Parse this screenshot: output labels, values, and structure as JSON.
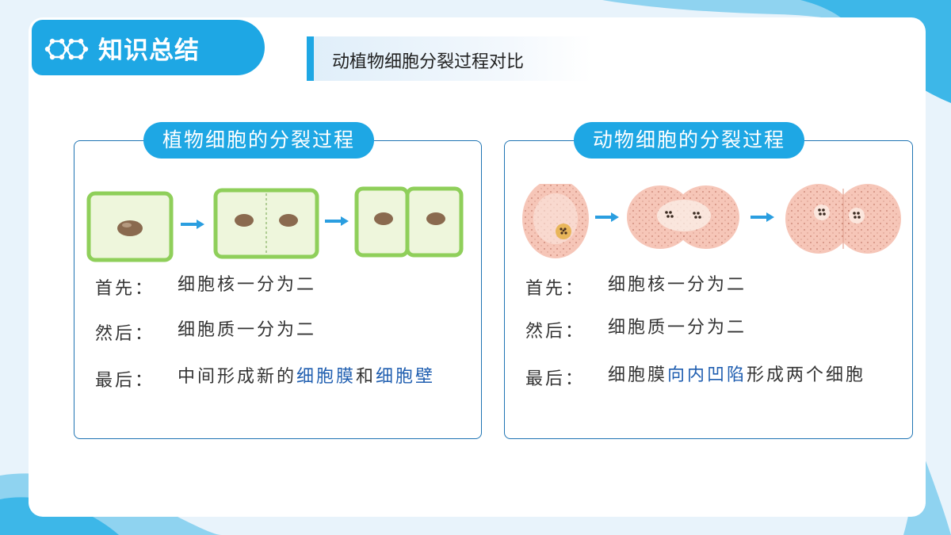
{
  "header": {
    "badge_label": "知识总结",
    "subtitle": "动植物细胞分裂过程对比"
  },
  "icons": {
    "badge_icon": "molecule-hexagon-icon",
    "arrow": "right-arrow-icon"
  },
  "colors": {
    "accent": "#1ea7e4",
    "highlight": "#1f5eb0",
    "border": "#1f74b3",
    "plant_cell_wall": "#8fcf5a",
    "plant_cytoplasm": "#eef6dc",
    "animal_cell": "#f6c6b8"
  },
  "plant": {
    "title": "植物细胞的分裂过程",
    "steps": [
      {
        "key": "首先：",
        "text": "细胞核一分为二"
      },
      {
        "key": "然后：",
        "text": "细胞质一分为二"
      },
      {
        "key": "最后：",
        "text_a": "中间形成新的",
        "hl_a": "细胞膜",
        "text_b": "和",
        "hl_b": "细胞壁"
      }
    ]
  },
  "animal": {
    "title": "动物细胞的分裂过程",
    "steps": [
      {
        "key": "首先：",
        "text": "细胞核一分为二"
      },
      {
        "key": "然后：",
        "text": "细胞质一分为二"
      },
      {
        "key": "最后：",
        "text_a": "细胞膜",
        "hl_a": "向内凹陷",
        "text_b": "形成两个细胞"
      }
    ]
  }
}
